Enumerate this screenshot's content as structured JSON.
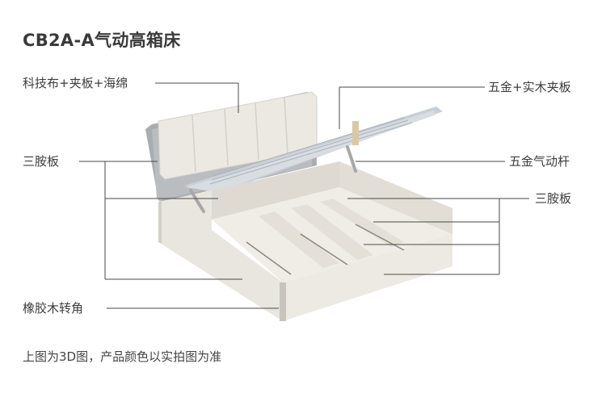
{
  "title": "CB2A-A气动高箱床",
  "labels": {
    "headboard_material": "科技布+夹板+海绵",
    "headboard_side_panel": "三胺板",
    "corner": "橡胶木转角",
    "lid_material": "五金+实木夹板",
    "gas_strut": "五金气动杆",
    "inner_panel": "三胺板"
  },
  "note": "上图为3D图，产品颜色以实拍图为准",
  "colors": {
    "frame": "#e9e6df",
    "frame_shade": "#d4d0c7",
    "headboard_frame": "#a9adb0",
    "cushion": "#ebe9e2",
    "lid_underside": "#c9cfd6",
    "interior": "#f0ede6",
    "hardware": "#b0b0b0",
    "leader_line": "#4a4a4a"
  }
}
